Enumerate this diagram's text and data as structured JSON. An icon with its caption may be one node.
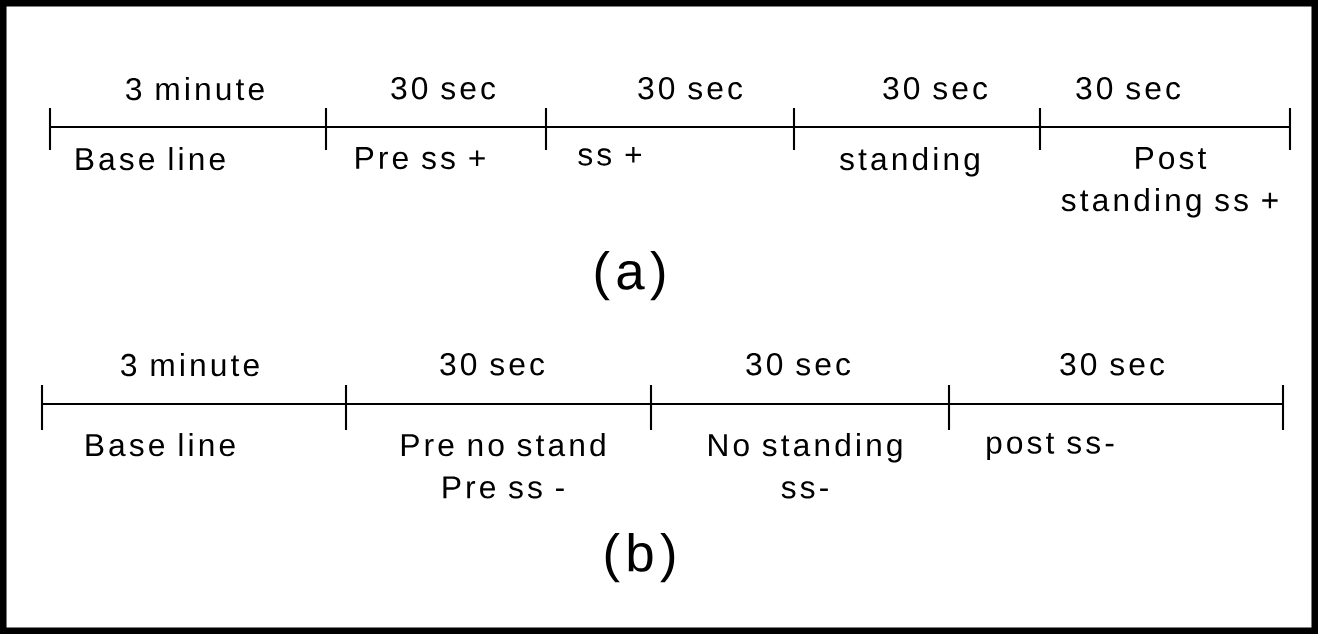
{
  "diagram": {
    "labels": [
      "3 minute",
      "30 sec",
      "30 sec",
      "30 sec",
      "30 sec",
      "Base line",
      "Pre ss +",
      "ss +",
      "standing",
      "Post standing ss +",
      "(a)",
      "3 minute",
      "30 sec",
      "30 sec",
      "30 sec",
      "Base line",
      "Pre no stand Pre ss -",
      "No standing ss-",
      "post ss-",
      "(b)"
    ]
  }
}
